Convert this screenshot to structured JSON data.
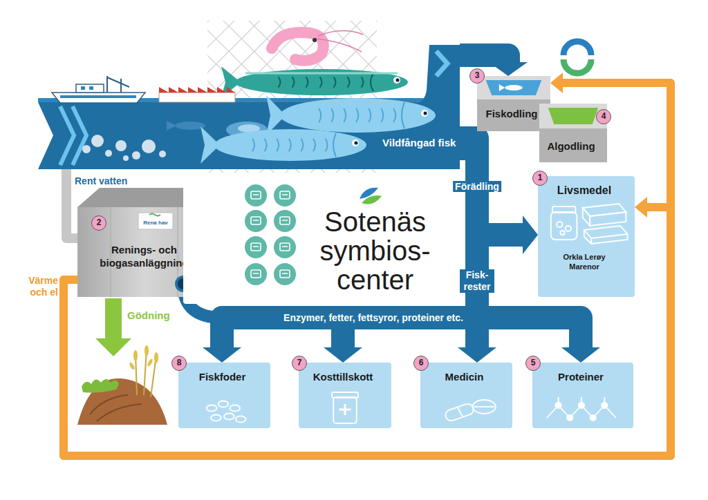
{
  "diagram": {
    "nodes": [
      {
        "text": [
          "Vildfångad fisk"
        ]
      },
      {
        "text": [
          "Fiskodling"
        ]
      },
      {
        "text": [
          "Algodling"
        ]
      },
      {
        "text": [
          "Rena hav",
          "Renings- och biogasanläggning"
        ]
      },
      {
        "text": [
          "Sotenäs symbios- center"
        ]
      },
      {
        "text": [
          "Livsmedel",
          "Orkla Lerøy Marenor"
        ]
      },
      {
        "text": [
          "Fiskfoder"
        ]
      },
      {
        "text": [
          "Kosttillskott"
        ]
      },
      {
        "text": [
          "Medicin"
        ]
      },
      {
        "text": [
          "Proteiner"
        ]
      }
    ],
    "edges": [
      {
        "from": 0,
        "to": 1,
        "arrow": "to"
      },
      {
        "from": 0,
        "to": 5,
        "label": "Förädling",
        "arrow": "to"
      },
      {
        "from": 0,
        "to": 9,
        "label": "Fisk- rester",
        "arrow": "to"
      },
      {
        "from": 0,
        "to": 8,
        "arrow": "to"
      },
      {
        "from": 0,
        "to": 7,
        "label": "Enzymer, fetter, fettsyror, proteiner etc.",
        "arrow": "to"
      },
      {
        "from": 0,
        "to": 6,
        "arrow": "to"
      },
      {
        "from": 3,
        "to": 0,
        "label": "Rent vatten",
        "arrow": "none"
      },
      {
        "from": 3,
        "to": 5,
        "label": "Värme och el",
        "arrow": "to"
      },
      {
        "from": 3,
        "to": 1,
        "arrow": "to"
      }
    ],
    "labels": [
      "1",
      "2",
      "3",
      "4",
      "5",
      "6",
      "7",
      "8",
      "Gödning"
    ]
  }
}
